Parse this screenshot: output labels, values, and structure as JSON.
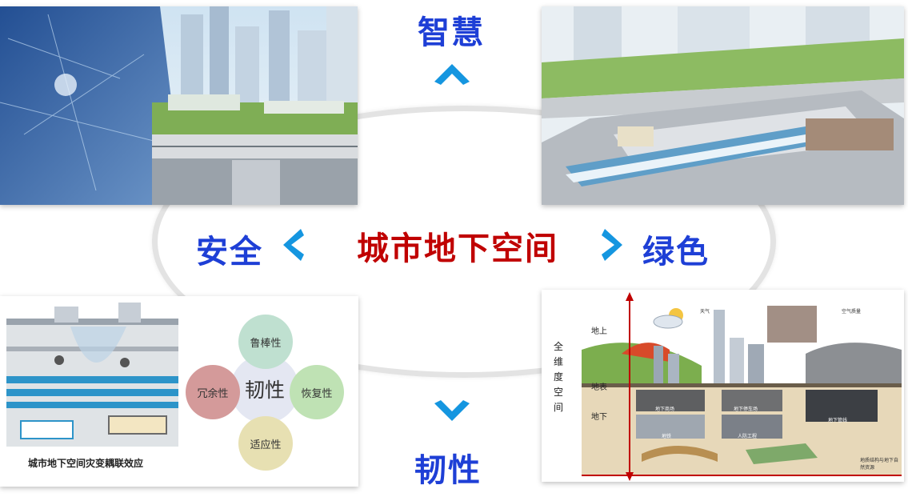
{
  "center_title": "城市地下空间",
  "directions": {
    "top": "智慧",
    "left": "安全",
    "right": "绿色",
    "bottom": "韧性"
  },
  "resilience_diagram": {
    "caption": "城市地下空间灾变耦联效应",
    "core": "韧性",
    "petals": {
      "top": "鲁棒性",
      "left": "冗余性",
      "right": "恢复性",
      "bottom": "适应性"
    }
  },
  "full_dimension_diagram": {
    "vertical_label": "全维度空间",
    "levels": {
      "above": "地上",
      "surface": "地表",
      "below": "地下"
    },
    "annotations": {
      "weather": "天气",
      "air": "空气质量",
      "geology": "地质结构与地下自然资源"
    },
    "tiles": [
      "地下商场",
      "地下停车场",
      "地下管线",
      "地铁",
      "人防工程"
    ]
  },
  "colors": {
    "center": "#c00000",
    "direction": "#1e3fd6",
    "chevron": "#1596e0",
    "ring": "#e3e3e3"
  },
  "icons": {
    "up": "chevron-up-icon",
    "left": "chevron-left-icon",
    "right": "chevron-right-icon",
    "down": "chevron-down-icon"
  }
}
